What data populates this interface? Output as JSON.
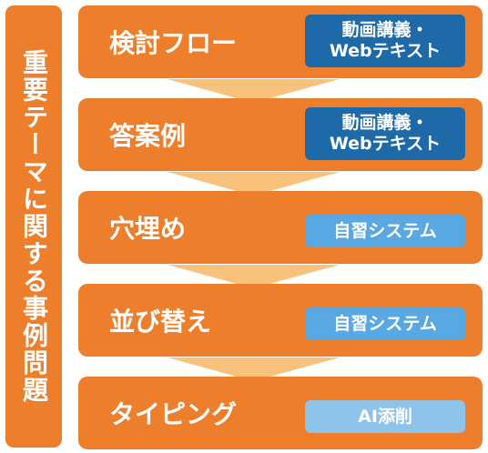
{
  "title": "重要テーマに関する事例問題",
  "steps": [
    {
      "label": "検討フロー",
      "badge_lines": [
        "動画講義・",
        "Webテキスト"
      ],
      "badge_color": "#1e6aa8"
    },
    {
      "label": "答案例",
      "badge_lines": [
        "動画講義・",
        "Webテキスト"
      ],
      "badge_color": "#1e6aa8"
    },
    {
      "label": "穴埋め",
      "badge_lines": [
        "自習システム"
      ],
      "badge_color": "#5aa8e1"
    },
    {
      "label": "並び替え",
      "badge_lines": [
        "自習システム"
      ],
      "badge_color": "#5aa8e1"
    },
    {
      "label": "タイピング",
      "badge_lines": [
        "AI添削"
      ],
      "badge_color": "#8ec3ea"
    }
  ],
  "colors": {
    "step_fill": "#ec7e2c",
    "arrow_fill": "#f8c27c"
  }
}
